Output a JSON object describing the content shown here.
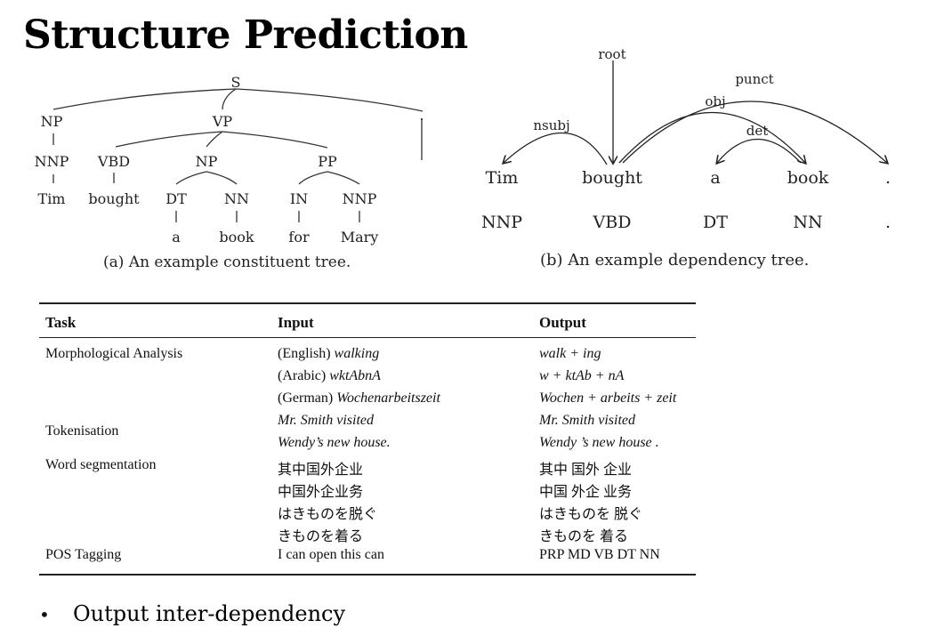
{
  "slide": {
    "title": "Structure Prediction",
    "bullet": "Output inter-dependency"
  },
  "constituent_tree": {
    "caption": "(a) An example constituent tree.",
    "S": "S",
    "NP": "NP",
    "VP": "VP",
    "NNP1": "NNP",
    "Tim": "Tim",
    "VBD": "VBD",
    "bought": "bought",
    "NP2": "NP",
    "PP": "PP",
    "DT": "DT",
    "a": "a",
    "NN": "NN",
    "book": "book",
    "IN": "IN",
    "for": "for",
    "NNP2": "NNP",
    "Mary": "Mary",
    "period": "."
  },
  "dependency_tree": {
    "caption": "(b) An example dependency tree.",
    "words": [
      "Tim",
      "bought",
      "a",
      "book",
      "."
    ],
    "tags": [
      "NNP",
      "VBD",
      "DT",
      "NN",
      "."
    ],
    "arcs": {
      "root": "root",
      "nsubj": "nsubj",
      "obj": "obj",
      "det": "det",
      "punct": "punct"
    }
  },
  "table": {
    "headers": {
      "task": "Task",
      "input": "Input",
      "output": "Output"
    },
    "rows": [
      {
        "task": "Morphological Analysis",
        "input_prefix": "(English) ",
        "input": "walking",
        "output": "walk + ing"
      },
      {
        "task": "",
        "input_prefix": "(Arabic) ",
        "input": "wktAbnA",
        "output": "w + ktAb + nA"
      },
      {
        "task": "",
        "input_prefix": "(German) ",
        "input": "Wochenarbeitszeit",
        "output": "Wochen + arbeits + zeit"
      },
      {
        "task": "",
        "input_prefix": "",
        "input": "Mr. Smith visited",
        "output": "Mr. Smith visited"
      },
      {
        "task": "Tokenisation",
        "input_prefix": "",
        "input": "Wendy’s new house.",
        "output": "Wendy ’s new house ."
      },
      {
        "task": "Word segmentation",
        "input_prefix": "",
        "input": "其中国外企业",
        "output": "其中 国外 企业"
      },
      {
        "task": "",
        "input_prefix": "",
        "input": "中国外企业务",
        "output": "中国 外企 业务"
      },
      {
        "task": "",
        "input_prefix": "",
        "input": "はきものを脱ぐ",
        "output": "はきものを 脱ぐ"
      },
      {
        "task": "",
        "input_prefix": "",
        "input": "きものを着る",
        "output": "きものを 着る"
      },
      {
        "task": "POS Tagging",
        "input_prefix": "",
        "input": "I can open this can",
        "output": "PRP MD VB DT NN"
      }
    ]
  }
}
